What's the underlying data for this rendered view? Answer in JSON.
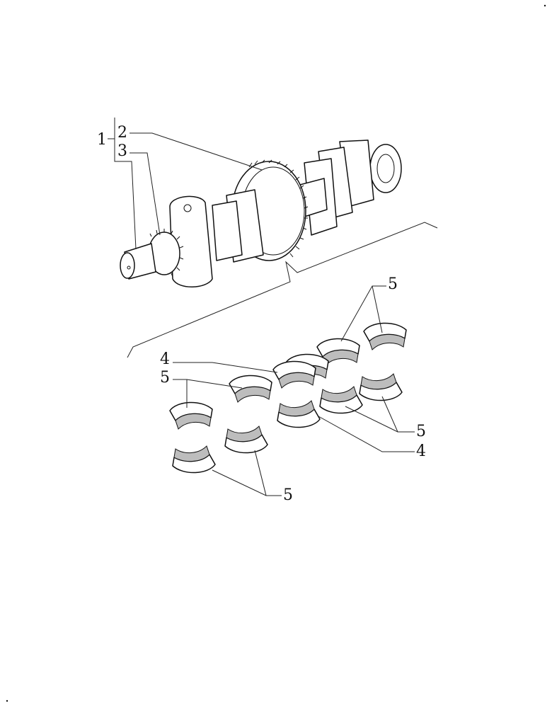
{
  "callouts": {
    "c1": "1",
    "c2": "2",
    "c3": "3",
    "c4a": "4",
    "c4b": "4",
    "c5a": "5",
    "c5b": "5",
    "c5c": "5",
    "c5d": "5"
  },
  "colors": {
    "line": "#111111",
    "background": "#ffffff",
    "shade": "#bdbdbd"
  }
}
